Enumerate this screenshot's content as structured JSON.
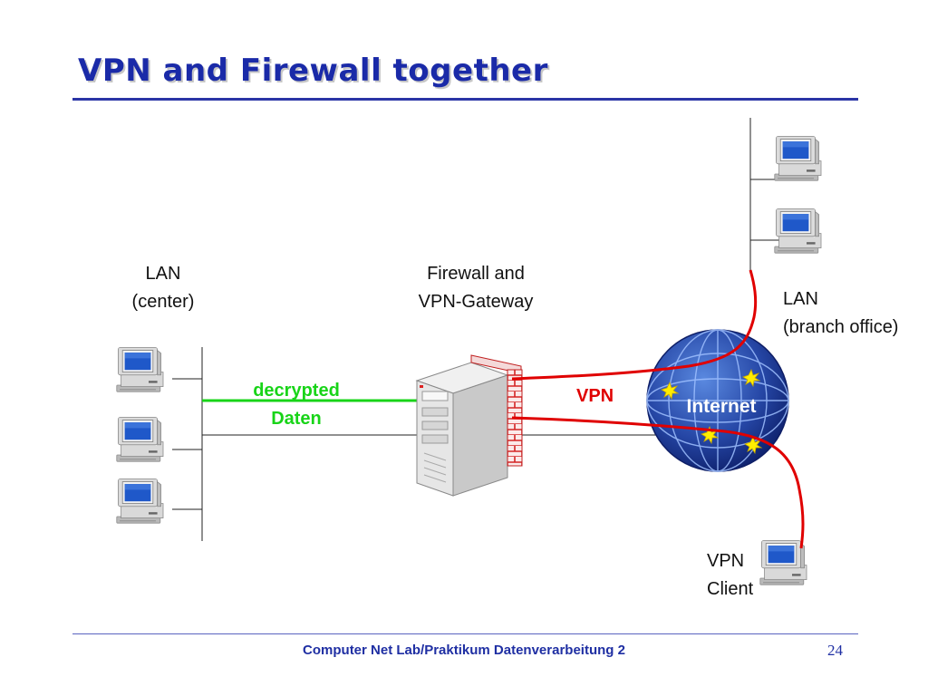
{
  "slide": {
    "title": "VPN and Firewall together",
    "footer": "Computer Net Lab/Praktikum Datenverarbeitung 2",
    "page_number": "24"
  },
  "labels": {
    "lan_center_line1": "LAN",
    "lan_center_line2": "(center)",
    "firewall_line1": "Firewall and",
    "firewall_line2": "VPN-Gateway",
    "lan_branch_line1": "LAN",
    "lan_branch_line2": "(branch office)",
    "decrypted_line1": "decrypted",
    "decrypted_line2": "Daten",
    "vpn": "VPN",
    "internet": "Internet",
    "vpn_client_line1": "VPN",
    "vpn_client_line2": "Client"
  },
  "colors": {
    "title": "#1a2aa8",
    "decrypted_link": "#18d418",
    "vpn_tunnel": "#e00000",
    "globe": "#1f3f9a"
  },
  "icons": {
    "workstation": "desktop-computer-icon",
    "gateway": "server-tower-icon",
    "firewall": "brick-wall-icon",
    "internet": "globe-icon"
  }
}
